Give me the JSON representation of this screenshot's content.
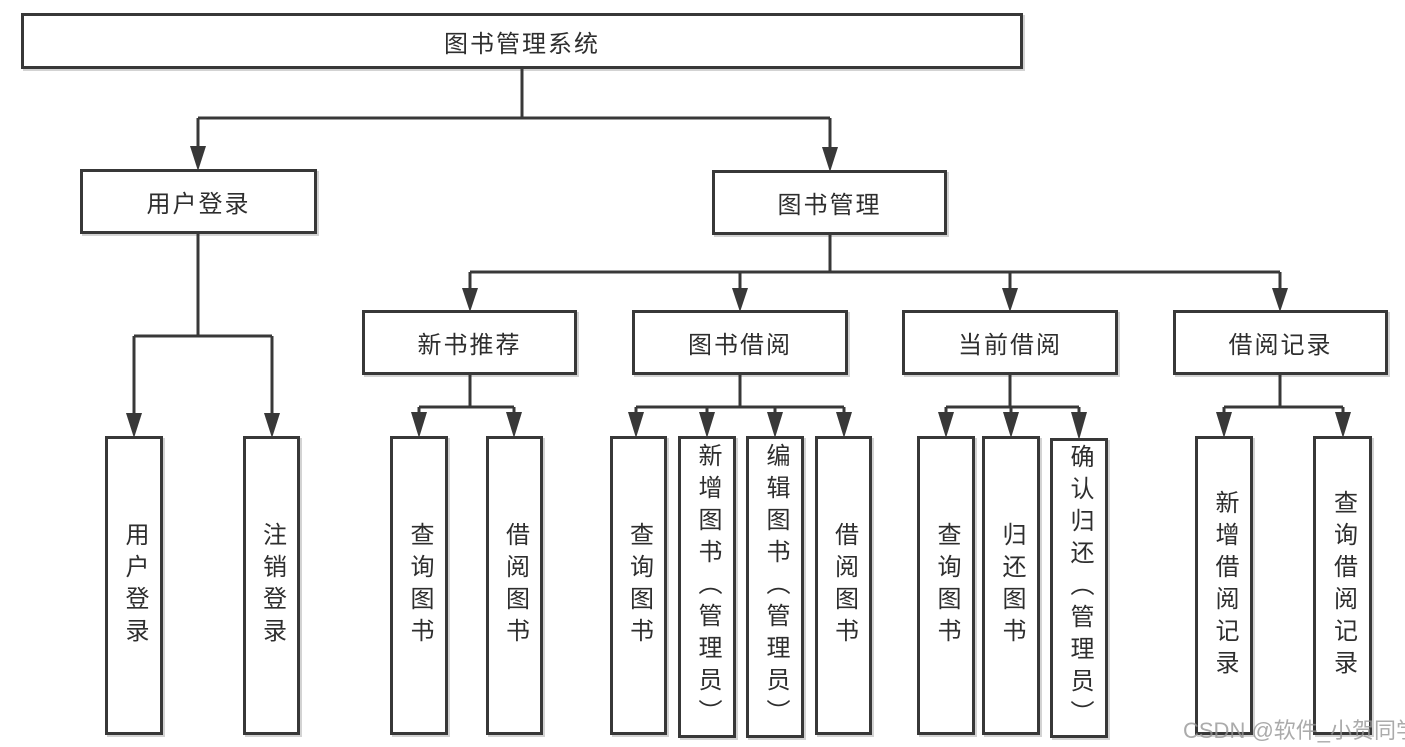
{
  "tree": {
    "label": "图书管理系统",
    "children": [
      {
        "label": "用户登录",
        "children": [
          {
            "label": "用户登录"
          },
          {
            "label": "注销登录"
          }
        ]
      },
      {
        "label": "图书管理",
        "children": [
          {
            "label": "新书推荐",
            "children": [
              {
                "label": "查询图书"
              },
              {
                "label": "借阅图书"
              }
            ]
          },
          {
            "label": "图书借阅",
            "children": [
              {
                "label": "查询图书"
              },
              {
                "label": "新增图书（管理员）"
              },
              {
                "label": "编辑图书（管理员）"
              },
              {
                "label": "借阅图书"
              }
            ]
          },
          {
            "label": "当前借阅",
            "children": [
              {
                "label": "查询图书"
              },
              {
                "label": "归还图书"
              },
              {
                "label": "确认归还（管理员）"
              }
            ]
          },
          {
            "label": "借阅记录",
            "children": [
              {
                "label": "新增借阅记录"
              },
              {
                "label": "查询借阅记录"
              }
            ]
          }
        ]
      }
    ]
  },
  "watermark": {
    "text": "CSDN @软件_小贺同学"
  },
  "colors": {
    "line": "#383838",
    "box_border": "#383838",
    "box_bg": "#ffffff",
    "text": "#2e2e2e",
    "watermark": "#969696"
  }
}
